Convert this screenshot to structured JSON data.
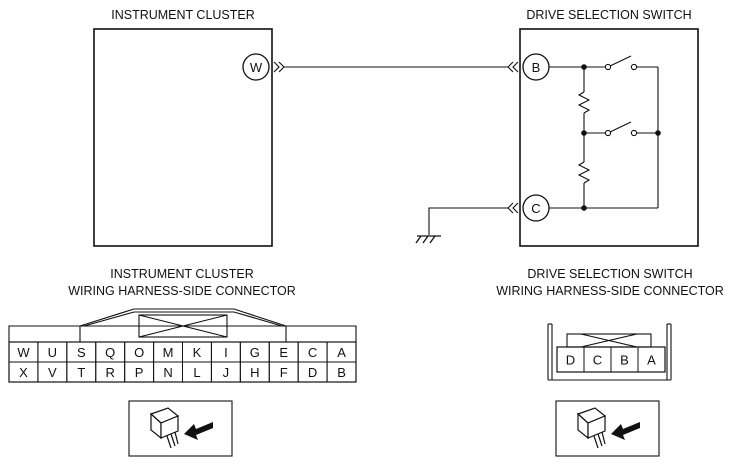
{
  "components": {
    "instrument_cluster": {
      "title": "INSTRUMENT CLUSTER",
      "terminal": "W"
    },
    "drive_selection_switch": {
      "title": "DRIVE SELECTION SWITCH",
      "terminals": [
        "B",
        "C"
      ]
    }
  },
  "connectors": {
    "instrument_cluster": {
      "title_line1": "INSTRUMENT CLUSTER",
      "title_line2": "WIRING HARNESS-SIDE CONNECTOR",
      "row1": [
        "W",
        "U",
        "S",
        "Q",
        "O",
        "M",
        "K",
        "I",
        "G",
        "E",
        "C",
        "A"
      ],
      "row2": [
        "X",
        "V",
        "T",
        "R",
        "P",
        "N",
        "L",
        "J",
        "H",
        "F",
        "D",
        "B"
      ]
    },
    "drive_selection_switch": {
      "title_line1": "DRIVE SELECTION SWITCH",
      "title_line2": "WIRING HARNESS-SIDE CONNECTOR",
      "row1": [
        "D",
        "C",
        "B",
        "A"
      ]
    }
  },
  "icons": {
    "ground": "ground-symbol-icon",
    "connector_probe": "connector-probe-icon"
  }
}
